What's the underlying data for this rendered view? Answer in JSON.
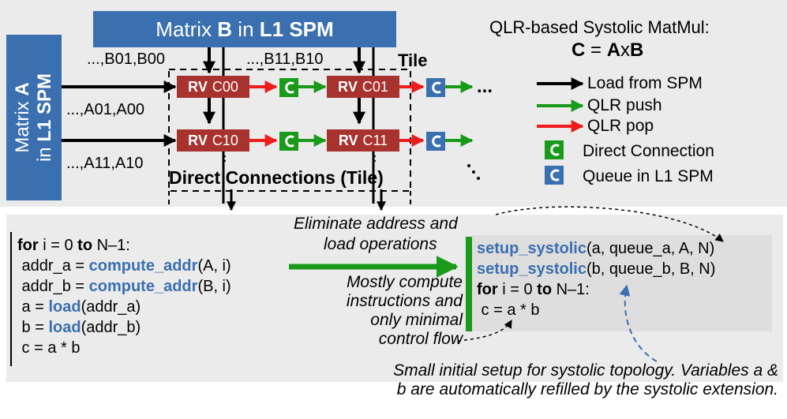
{
  "top": {
    "matrix_b_label": {
      "pre": "Matrix ",
      "bold1": "B",
      "mid": " in ",
      "bold2": "L1 SPM"
    },
    "matrix_a_label": {
      "pre": "Matrix ",
      "bold1": "A",
      "mid": "in ",
      "bold2": "L1 SPM"
    },
    "b_col0": "...,B01,B00",
    "b_col1": "...,B11,B10",
    "a_row0": "...,A01,A00",
    "a_row1": "...,A11,A10",
    "tile_label": "Tile",
    "direct_connections_label": "Direct Connections (Tile)",
    "ellipsis_right": "...",
    "ellipsis_down": ".",
    "cells": [
      {
        "rv": "RV",
        "name": "C00"
      },
      {
        "rv": "RV",
        "name": "C01"
      },
      {
        "rv": "RV",
        "name": "C10"
      },
      {
        "rv": "RV",
        "name": "C11"
      }
    ],
    "title_line1": "QLR-based Systolic MatMul:",
    "title_line2": {
      "c": "C",
      "eq": " = ",
      "a": "A",
      "x": "x",
      "b": "B"
    },
    "legend": [
      {
        "label": "Load from SPM",
        "color": "#000000"
      },
      {
        "label": "QLR push",
        "color": "#1a9a1a"
      },
      {
        "label": "QLR pop",
        "color": "#ee1c1c"
      },
      {
        "label": "Direct Connection",
        "color": "#1a9a1a"
      },
      {
        "label": "Queue in L1 SPM",
        "color": "#3a6fb0"
      }
    ],
    "colors": {
      "spm_blue": "#3a6fb0",
      "core_red": "#a8322d",
      "push_green": "#1a9a1a",
      "pop_red": "#ee1c1c",
      "panel_gray": "#ebebeb"
    }
  },
  "bottom": {
    "left_code": [
      {
        "kw": "for",
        "rest": " i = 0 ",
        "kw2": "to",
        "rest2": " N–1:"
      },
      {
        "pre": " addr_a = ",
        "fn": "compute_addr",
        "post": "(A, i)"
      },
      {
        "pre": " addr_b = ",
        "fn": "compute_addr",
        "post": "(B, i)"
      },
      {
        "pre": " a = ",
        "fn": "load",
        "post": "(addr_a)"
      },
      {
        "pre": " b = ",
        "fn": "load",
        "post": "(addr_b)"
      },
      {
        "pre": " c = a * b",
        "fn": "",
        "post": ""
      }
    ],
    "eliminate_line1": "Eliminate address and",
    "eliminate_line2": "load operations",
    "mostly_line1": "Mostly compute",
    "mostly_line2": "instructions and",
    "mostly_line3": "only minimal",
    "mostly_line4": "control flow",
    "right_code": [
      {
        "fn": "setup_systolic",
        "post": "(a, queue_a, A, N)"
      },
      {
        "fn": "setup_systolic",
        "post": "(b, queue_b, B, N)"
      },
      {
        "kw": "for",
        "rest": " i = 0 ",
        "kw2": "to",
        "rest2": " N–1:"
      },
      {
        "pre": " c = a * b"
      }
    ],
    "footer_line1": "Small initial setup for systolic topology. Variables a &",
    "footer_line2": "b are automatically refilled by the systolic extension."
  }
}
